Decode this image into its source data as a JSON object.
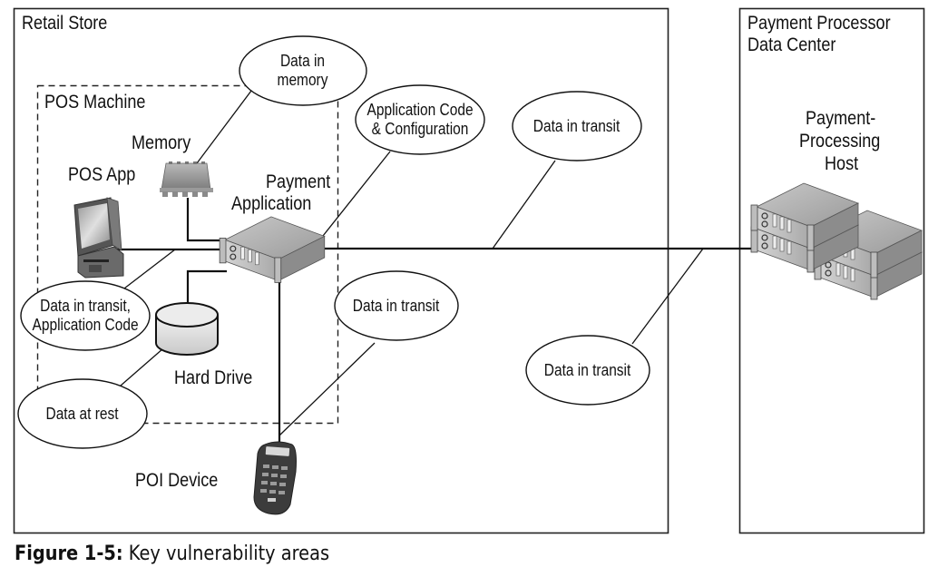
{
  "zones": {
    "retail_store": "Retail Store",
    "processor_data_center_line1": "Payment Processor",
    "processor_data_center_line2": "Data Center",
    "pos_machine": "POS Machine"
  },
  "components": {
    "memory": "Memory",
    "pos_app": "POS App",
    "payment_application_line1": "Payment",
    "payment_application_line2": "Application",
    "hard_drive": "Hard Drive",
    "poi_device": "POI Device",
    "host_line1": "Payment-",
    "host_line2": "Processing",
    "host_line3": "Host"
  },
  "callouts": {
    "data_in_memory": [
      "Data in",
      "memory"
    ],
    "app_code_config": [
      "Application Code",
      "& Configuration"
    ],
    "transit_top": [
      "Data in transit"
    ],
    "transit_app_code": [
      "Data in transit,",
      "Application Code"
    ],
    "data_at_rest": [
      "Data at rest"
    ],
    "transit_poi": [
      "Data in transit"
    ],
    "transit_network": [
      "Data in transit"
    ]
  },
  "caption": {
    "figure_label": "Figure 1-5:",
    "text": " Key vulnerability areas"
  },
  "icons": [
    "pos-terminal-icon",
    "memory-chip-icon",
    "server-icon",
    "database-icon",
    "pin-pad-icon",
    "server-rack-icon"
  ]
}
